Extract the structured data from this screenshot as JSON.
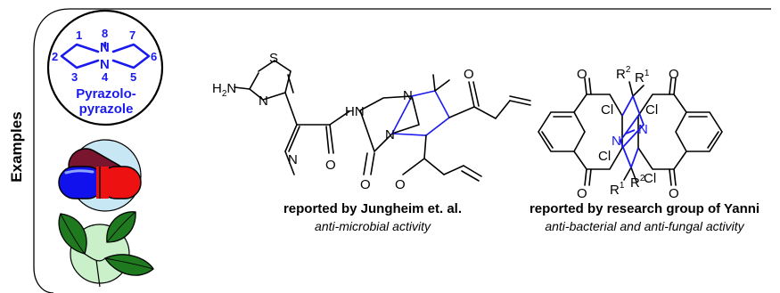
{
  "side_label": "Examples",
  "core": {
    "title_line1": "Pyrazolo-",
    "title_line2": "pyrazole",
    "atom_numbers": [
      "1",
      "2",
      "3",
      "4",
      "5",
      "6",
      "7",
      "8"
    ],
    "color": "#1a1aee"
  },
  "molecule_left": {
    "labels": [
      "H2N",
      "S",
      "N",
      "HN",
      "N",
      "N",
      "O",
      "O",
      "O",
      "N",
      "O"
    ],
    "caption_title": "reported by Jungheim et. al.",
    "caption_subtitle": "anti-microbial activity"
  },
  "molecule_right": {
    "labels": [
      "O",
      "O",
      "O",
      "O",
      "Cl",
      "Cl",
      "Cl",
      "Cl",
      "N",
      "N",
      "R1",
      "R2",
      "R1",
      "R2"
    ],
    "caption_title": "reported by research group of Yanni",
    "caption_subtitle": "anti-bacterial and anti-fungal activity"
  },
  "icons": [
    "capsule-icon",
    "leaves-icon"
  ],
  "colors": {
    "capsule_blue": "#1111ee",
    "capsule_red": "#ee1111",
    "capsule_maroon": "#7a1530",
    "leaf_green": "#1f7a1f",
    "leaf_bg": "#c9f0c9"
  }
}
